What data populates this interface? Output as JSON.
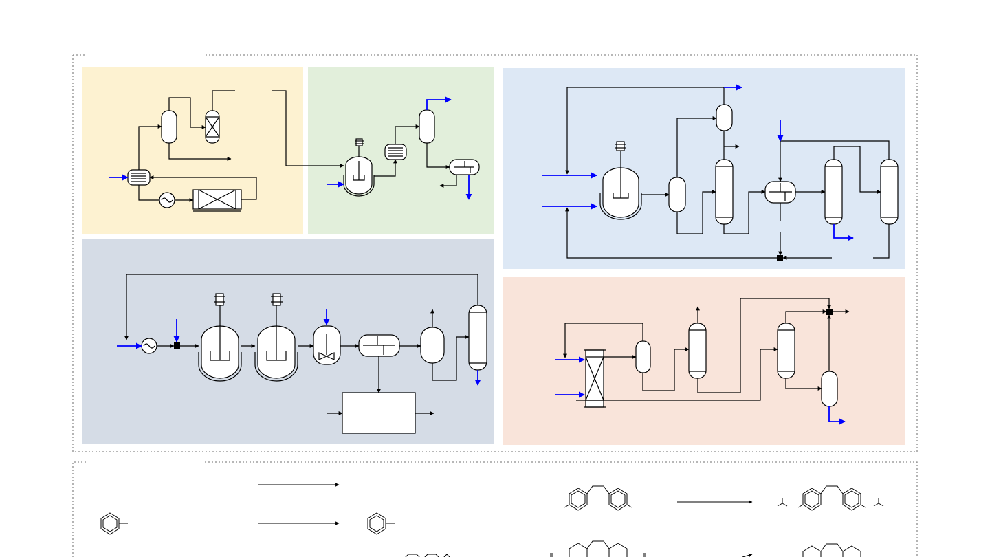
{
  "colors": {
    "panel_yellow": "#fdf2d1",
    "panel_green": "#e2efdb",
    "panel_blue": "#dde8f5",
    "panel_slate": "#d5dce6",
    "panel_pink": "#f9e4da",
    "line": "#000000",
    "stream": "#0000ff",
    "frame": "#8c8c8c"
  },
  "panels": [
    {
      "id": "panel-top-left",
      "color": "panel_yellow"
    },
    {
      "id": "panel-top-middle",
      "color": "panel_green"
    },
    {
      "id": "panel-top-right",
      "color": "panel_blue"
    },
    {
      "id": "panel-middle-left",
      "color": "panel_slate"
    },
    {
      "id": "panel-middle-right",
      "color": "panel_pink"
    }
  ],
  "equipment_icons": [
    "column-vessel-icon",
    "packed-reactor-icon",
    "heat-exchanger-icon",
    "heater-icon",
    "catalytic-reactor-icon",
    "stirred-tank-icon",
    "static-mixer-icon",
    "settler-icon",
    "mixing-node-icon"
  ],
  "molecule_icons": [
    "toluene-icon",
    "diphenylmethane-icon",
    "diisocyanate-icon",
    "polycyclic-icon"
  ]
}
